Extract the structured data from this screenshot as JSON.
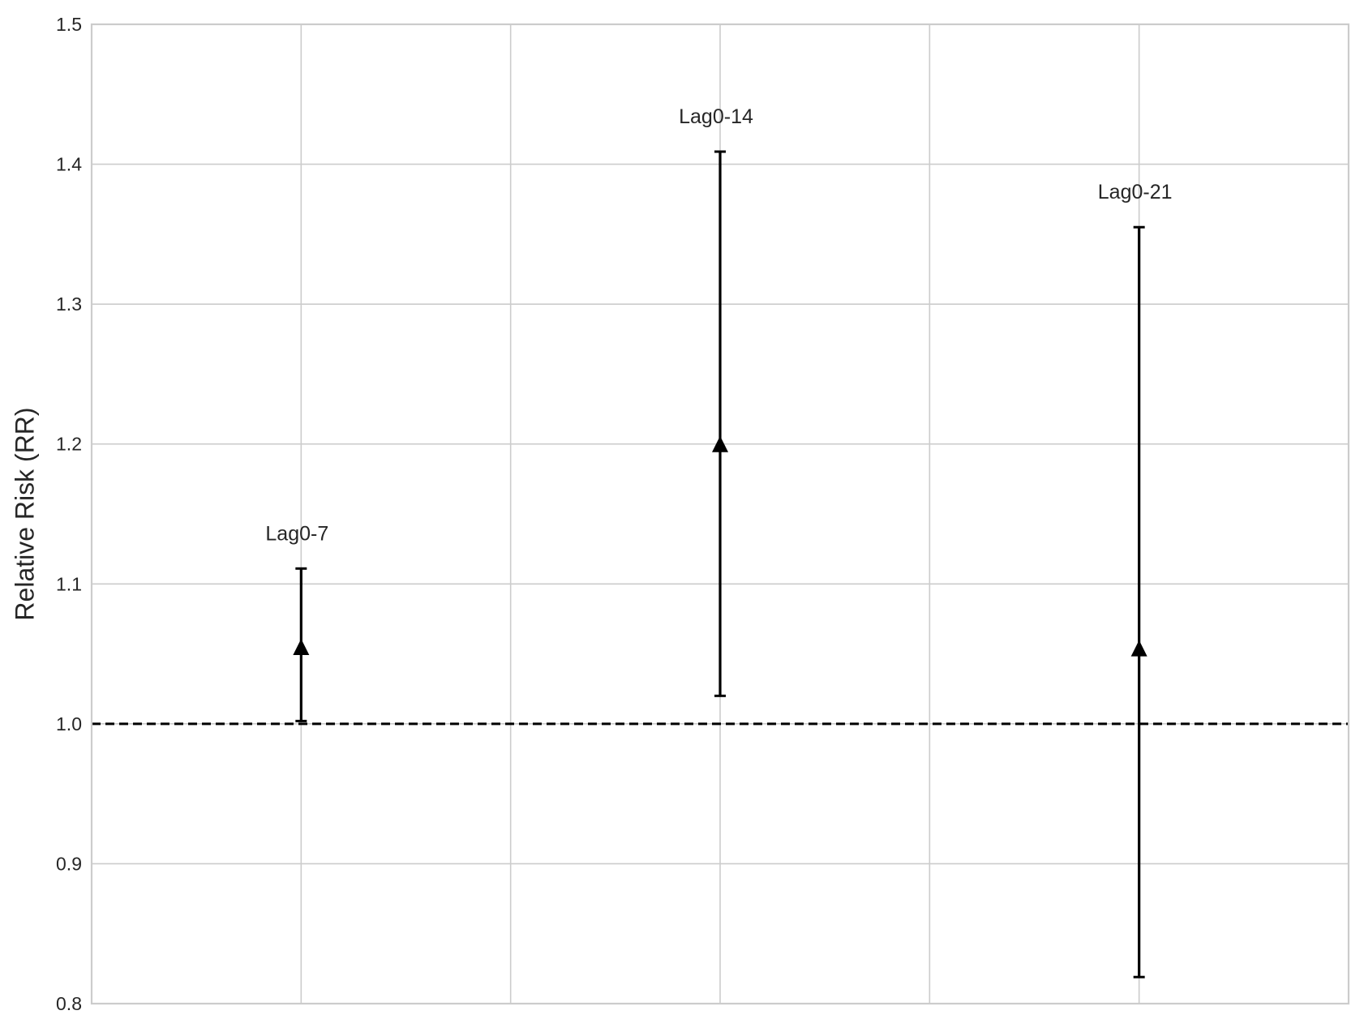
{
  "chart_data": {
    "type": "errorbar",
    "ylabel": "Relative Risk (RR)",
    "ylim": [
      0.8,
      1.5
    ],
    "yticks": [
      "0.8",
      "0.9",
      "1.0",
      "1.1",
      "1.2",
      "1.3",
      "1.4",
      "1.5"
    ],
    "xlim": [
      0,
      6
    ],
    "x_gridlines": [
      1,
      2,
      3,
      4,
      5
    ],
    "grid": true,
    "reference_line": {
      "y": 1.0,
      "style": "dashed",
      "color": "#000000"
    },
    "marker": "triangle-up",
    "color": "#000000",
    "points": [
      {
        "label": "Lag0-7",
        "x": 1,
        "rr": 1.055,
        "lower": 1.002,
        "upper": 1.111
      },
      {
        "label": "Lag0-14",
        "x": 3,
        "rr": 1.2,
        "lower": 1.02,
        "upper": 1.409
      },
      {
        "label": "Lag0-21",
        "x": 5,
        "rr": 1.054,
        "lower": 0.819,
        "upper": 1.355
      }
    ]
  }
}
